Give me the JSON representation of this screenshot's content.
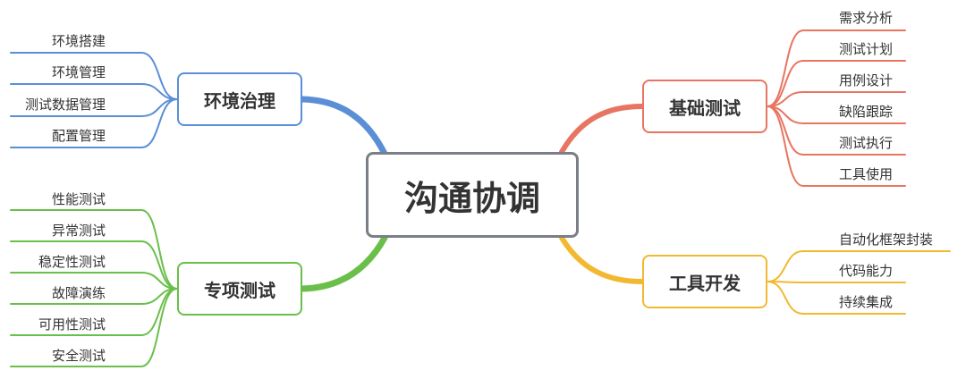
{
  "center": {
    "label": "沟通协调"
  },
  "branches": {
    "env": {
      "label": "环境治理",
      "color": "#5a8fd6",
      "items": [
        "环境搭建",
        "环境管理",
        "测试数据管理",
        "配置管理"
      ]
    },
    "spec": {
      "label": "专项测试",
      "color": "#6abf4b",
      "items": [
        "性能测试",
        "异常测试",
        "稳定性测试",
        "故障演练",
        "可用性测试",
        "安全测试"
      ]
    },
    "base": {
      "label": "基础测试",
      "color": "#e87561",
      "items": [
        "需求分析",
        "测试计划",
        "用例设计",
        "缺陷跟踪",
        "测试执行",
        "工具使用"
      ]
    },
    "tool": {
      "label": "工具开发",
      "color": "#f2b930",
      "items": [
        "自动化框架封装",
        "代码能力",
        "持续集成"
      ]
    }
  }
}
